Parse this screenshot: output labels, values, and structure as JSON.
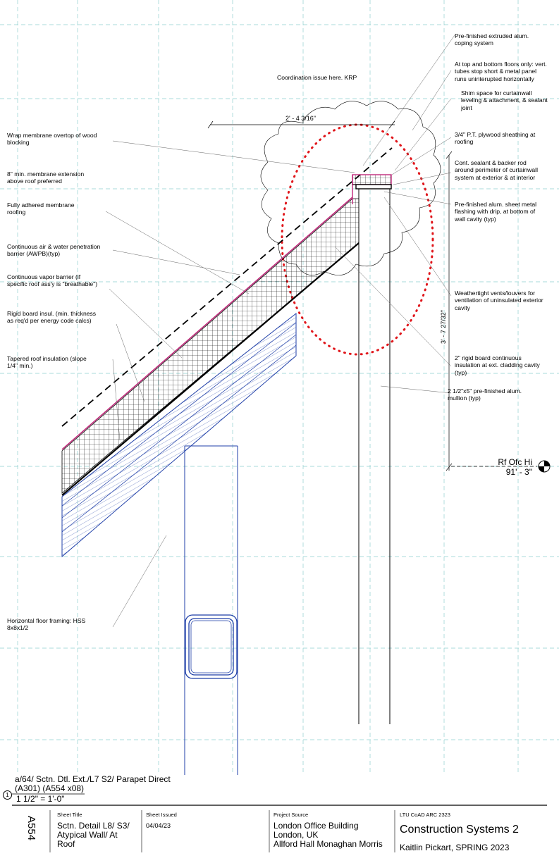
{
  "coordination_note": "Coordination issue here. KRP",
  "dimension_horizontal": "2' - 4 3/16\"",
  "dimension_vertical": "3' - 7 27/32\"",
  "level": {
    "name": "Rf Ofc Hi",
    "elevation": "91' - 3\""
  },
  "notes_left": [
    "Wrap membrane overtop of wood\nblocking",
    "8\" min. membrane extension\nabove roof preferred",
    "Fully adhered membrane\nroofing",
    "Continuous air & water penetration\nbarrier (AWPB)(typ)",
    "Continuous vapor barrier (if\nspecific roof ass'y is \"breathable\")",
    "Rigid board insul. (min. thickness\nas req'd per energy code calcs)",
    "Tapered roof insulation (slope\n1/4\" min.)",
    "Horizontal floor framing: HSS\n8x8x1/2"
  ],
  "notes_right": [
    "Pre-finished extruded alum.\ncoping system",
    "At top and bottom floors only: vert.\ntubes stop short & metal panel\nruns uninterupted horizontally",
    "Shim space for curtainwall\nleveling & attachment, & sealant\njoint",
    "3/4\" P.T. plywood sheathing at\nroofing",
    "Cont. sealant & backer rod\naround perimeter of curtainwall\nsystem at exterior & at interior",
    "Pre-finished alum. sheet metal\nflashing with drip, at bottom of\nwall cavity (typ)",
    "Weathertight vents/louvers for\nventilation of uninsulated exterior\ncavity",
    "2\" rigid board continuous\ninsulation at ext. cladding cavity\n(typ)",
    "2 1/2\"x5\" pre-finished alum.\nmullion (typ)"
  ],
  "view_title": {
    "number": "1",
    "name": "a/64/ Sctn. Dtl. Ext./L7 S2/ Parapet Direct\n(A301) (A554 x08)",
    "scale": "1 1/2\" = 1'-0\""
  },
  "title_block": {
    "sheet_number": "A554",
    "sheet_title_caption": "Sheet Title",
    "sheet_title": "Sctn. Detail L8/ S3/\nAtypical Wall/ At\nRoof",
    "sheet_issued_caption": "Sheet Issued",
    "sheet_issued": "04/04/23",
    "project_source_caption": "Project Source",
    "project_source": "London Office Building\nLondon, UK\nAllford Hall Monaghan Morris",
    "course_caption": "LTU CoAD ARC 2323",
    "course": "Construction Systems 2",
    "author": "Kaitlin Pickart, SPRING 2023"
  },
  "colors": {
    "blue": "#1f3fa8",
    "magenta": "#c0287a",
    "red": "#e0161b",
    "grid": "#8fd0cf"
  }
}
